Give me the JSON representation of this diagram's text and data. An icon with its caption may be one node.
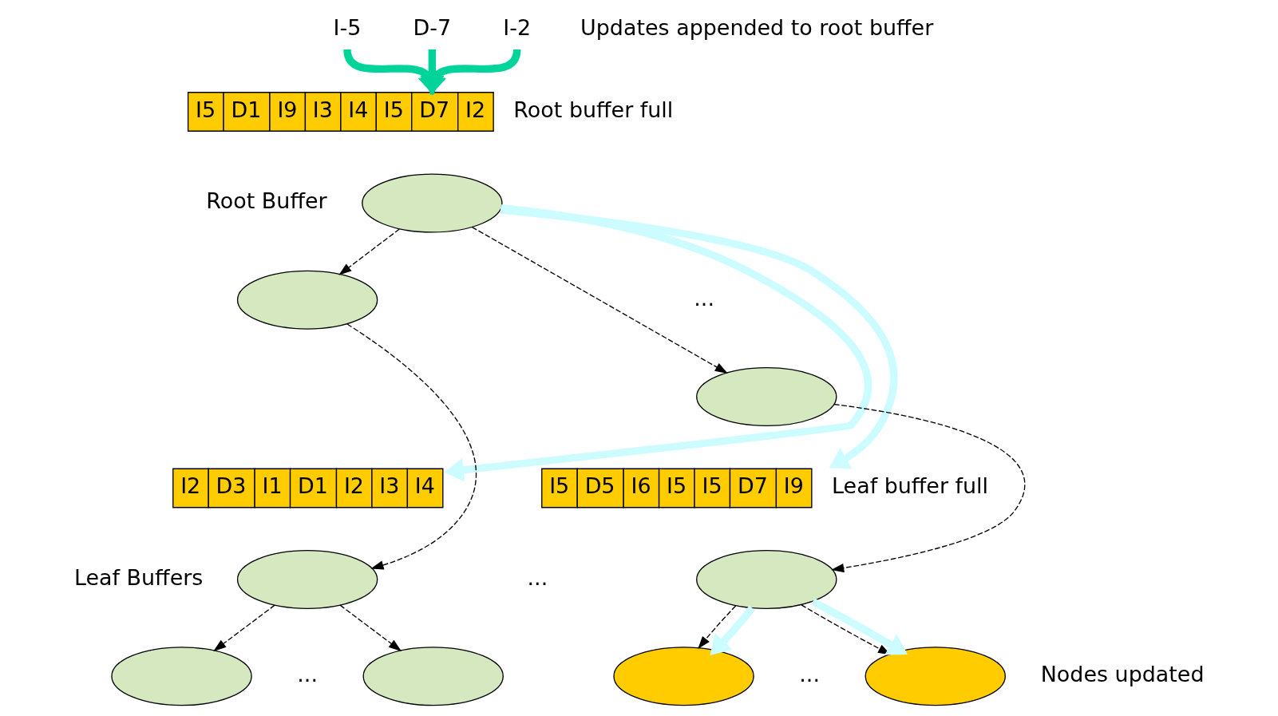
{
  "diagram": {
    "nodes": [
      {
        "text": [
          "I5",
          "D1",
          "I9",
          "I3",
          "I4",
          "I5",
          "D7",
          "I2"
        ],
        "beside": [
          "Root buffer full"
        ]
      },
      {
        "text": [
          "I-5"
        ]
      },
      {
        "text": [
          "D-7"
        ]
      },
      {
        "text": [
          "I-2"
        ]
      },
      {
        "text": [],
        "shape": "ellipse"
      },
      {
        "text": [],
        "shape": "ellipse"
      },
      {
        "text": [],
        "shape": "ellipse"
      },
      {
        "text": [
          "I2",
          "D3",
          "I1",
          "D1",
          "I2",
          "I3",
          "I4"
        ]
      },
      {
        "text": [
          "I5",
          "D5",
          "I6",
          "I5",
          "I5",
          "D7",
          "I9"
        ],
        "beside": [
          "Leaf buffer full"
        ]
      },
      {
        "text": [],
        "shape": "ellipse"
      },
      {
        "text": [],
        "shape": "ellipse"
      },
      {
        "text": [],
        "shape": "ellipse"
      },
      {
        "text": [],
        "shape": "ellipse"
      },
      {
        "text": [],
        "shape": "ellipse"
      },
      {
        "text": [],
        "shape": "ellipse"
      }
    ],
    "edges": [
      {
        "from": 1,
        "to": 0,
        "arrow": "to",
        "style": "thick",
        "color": "#00d49a"
      },
      {
        "from": 2,
        "to": 0,
        "arrow": "to",
        "style": "thick",
        "color": "#00d49a"
      },
      {
        "from": 3,
        "to": 0,
        "arrow": "to",
        "style": "thick",
        "color": "#00d49a"
      },
      {
        "from": 4,
        "to": 5,
        "arrow": "to",
        "style": "dashed"
      },
      {
        "from": 4,
        "to": 6,
        "arrow": "to",
        "style": "dashed"
      },
      {
        "from": 5,
        "to": 9,
        "arrow": "to",
        "style": "dashed"
      },
      {
        "from": 6,
        "to": 10,
        "arrow": "to",
        "style": "dashed"
      },
      {
        "from": 9,
        "to": 11,
        "arrow": "to",
        "style": "dashed"
      },
      {
        "from": 9,
        "to": 12,
        "arrow": "to",
        "style": "dashed"
      },
      {
        "from": 10,
        "to": 13,
        "arrow": "to",
        "style": "dashed"
      },
      {
        "from": 10,
        "to": 14,
        "arrow": "to",
        "style": "dashed"
      },
      {
        "from": 4,
        "to": 7,
        "arrow": "to",
        "style": "thick",
        "color": "#ccfcff"
      },
      {
        "from": 4,
        "to": 8,
        "arrow": "to",
        "style": "thick",
        "color": "#ccfcff"
      },
      {
        "from": 10,
        "to": 13,
        "arrow": "to",
        "style": "thick",
        "color": "#ccfcff"
      },
      {
        "from": 10,
        "to": 14,
        "arrow": "to",
        "style": "thick",
        "color": "#ccfcff"
      }
    ],
    "labels": [
      "Updates appended to root buffer",
      "Root Buffer",
      "...",
      "Leaf Buffers",
      "...",
      "...",
      "...",
      "Nodes updated"
    ]
  }
}
